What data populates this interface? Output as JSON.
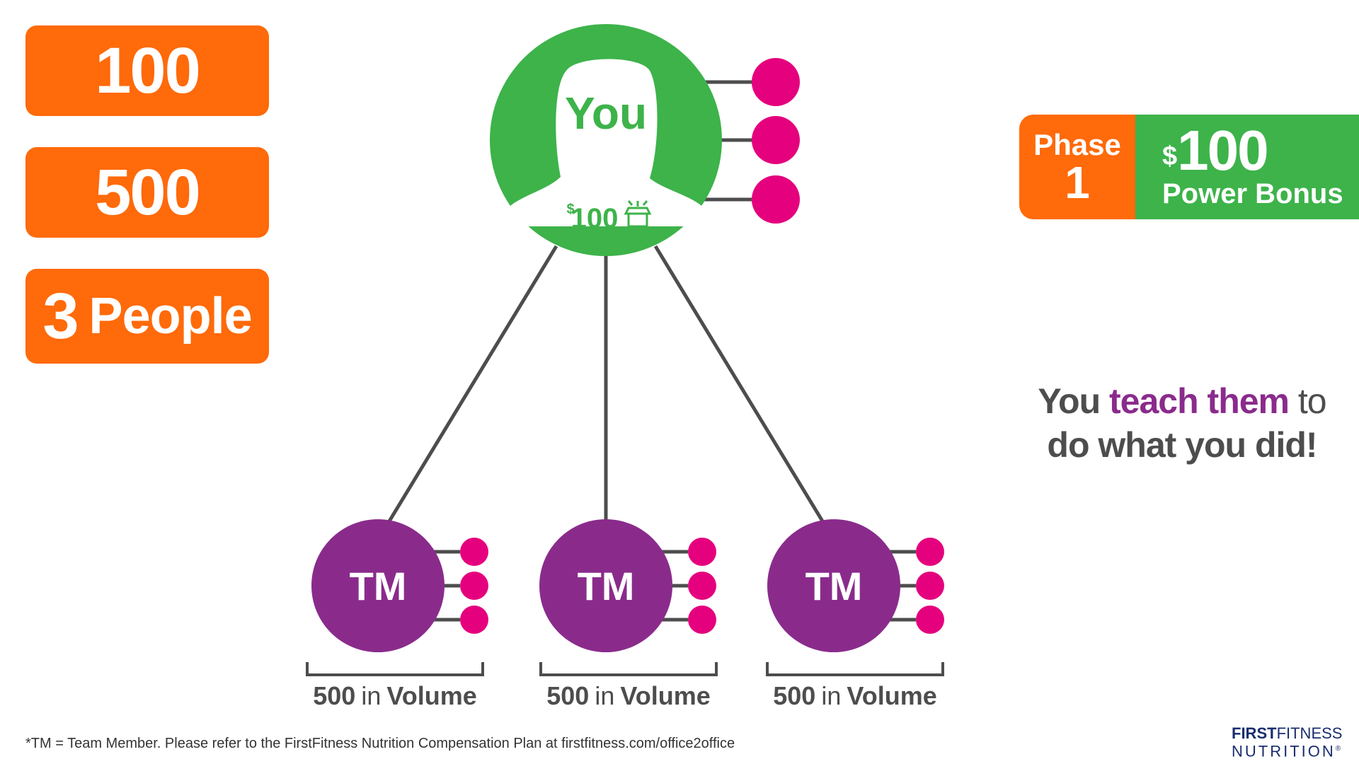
{
  "stats": {
    "customers": "100",
    "volume": "500",
    "people_number": "3",
    "people_word": "People"
  },
  "root_node": {
    "label": "You",
    "bonus_dollar_sign": "$",
    "bonus_amount": "100",
    "color": "#3db34a",
    "icon": "gift-box-icon"
  },
  "team_nodes": [
    {
      "label": "TM",
      "volume_number": "500",
      "volume_in": "in",
      "volume_word": "Volume"
    },
    {
      "label": "TM",
      "volume_number": "500",
      "volume_in": "in",
      "volume_word": "Volume"
    },
    {
      "label": "TM",
      "volume_number": "500",
      "volume_in": "in",
      "volume_word": "Volume"
    }
  ],
  "phase_box": {
    "phase_label": "Phase",
    "phase_number": "1",
    "dollar_sign": "$",
    "amount": "100",
    "bonus_label": "Power Bonus"
  },
  "tagline": {
    "part1": "You",
    "highlight": "teach them",
    "part2": "to",
    "line2": "do what you did!"
  },
  "footnote": "*TM = Team Member. Please refer to the FirstFitness Nutrition Compensation Plan at firstfitness.com/office2office",
  "logo": {
    "first": "FIRST",
    "fitness": "FITNESS",
    "nutrition": "NUTRITION",
    "reg": "®"
  },
  "colors": {
    "orange": "#ff6a0a",
    "green": "#3db34a",
    "purple": "#8a2b8c",
    "pink": "#e5007d",
    "dark_text": "#4d4d4d",
    "navy": "#1a2d6e"
  }
}
